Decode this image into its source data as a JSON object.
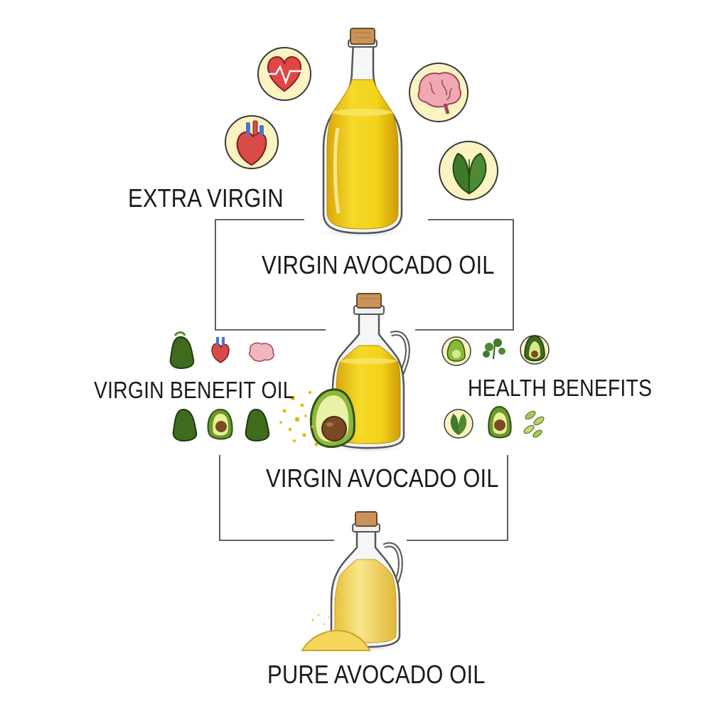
{
  "labels": {
    "extra_virgin": "EXTRA VIRGIN",
    "virgin_avocado_oil_top": "VIRGIN AVOCADO OIL",
    "virgin_benefit_oil": "VIRGIN BENEFIT OIL",
    "health_benefits": "HEALTH BENEFITS",
    "virgin_avocado_oil_middle": "VIRGIN AVOCADO OIL",
    "pure_avocado_oil": "PURE AVOCADO OIL"
  },
  "icons": {
    "top_ring": [
      "heart-pulse-icon",
      "anatomical-heart-icon",
      "brain-icon",
      "spinach-leaf-icon"
    ],
    "left_row_top": [
      "avocado-icon",
      "anatomical-heart-icon",
      "brain-icon"
    ],
    "left_row_bottom": [
      "avocado-icon",
      "avocado-half-icon",
      "avocado-icon"
    ],
    "right_row_top": [
      "avocado-half-icon",
      "herb-icon",
      "avocado-icon"
    ],
    "right_row_bottom": [
      "spinach-leaf-icon",
      "avocado-half-icon",
      "seed-pods-icon"
    ]
  },
  "colors": {
    "oil_dark": "#e3b90c",
    "oil_mid": "#f2d31e",
    "oil_light": "#f7df6a",
    "cork": "#c9935a",
    "icon_circle_fill": "#fbf3c2",
    "icon_circle_stroke": "#3a3a3a",
    "avocado_skin": "#3f6b1f",
    "avocado_flesh": "#d8e98a",
    "avocado_pit": "#7a4a22",
    "line": "#333333"
  }
}
